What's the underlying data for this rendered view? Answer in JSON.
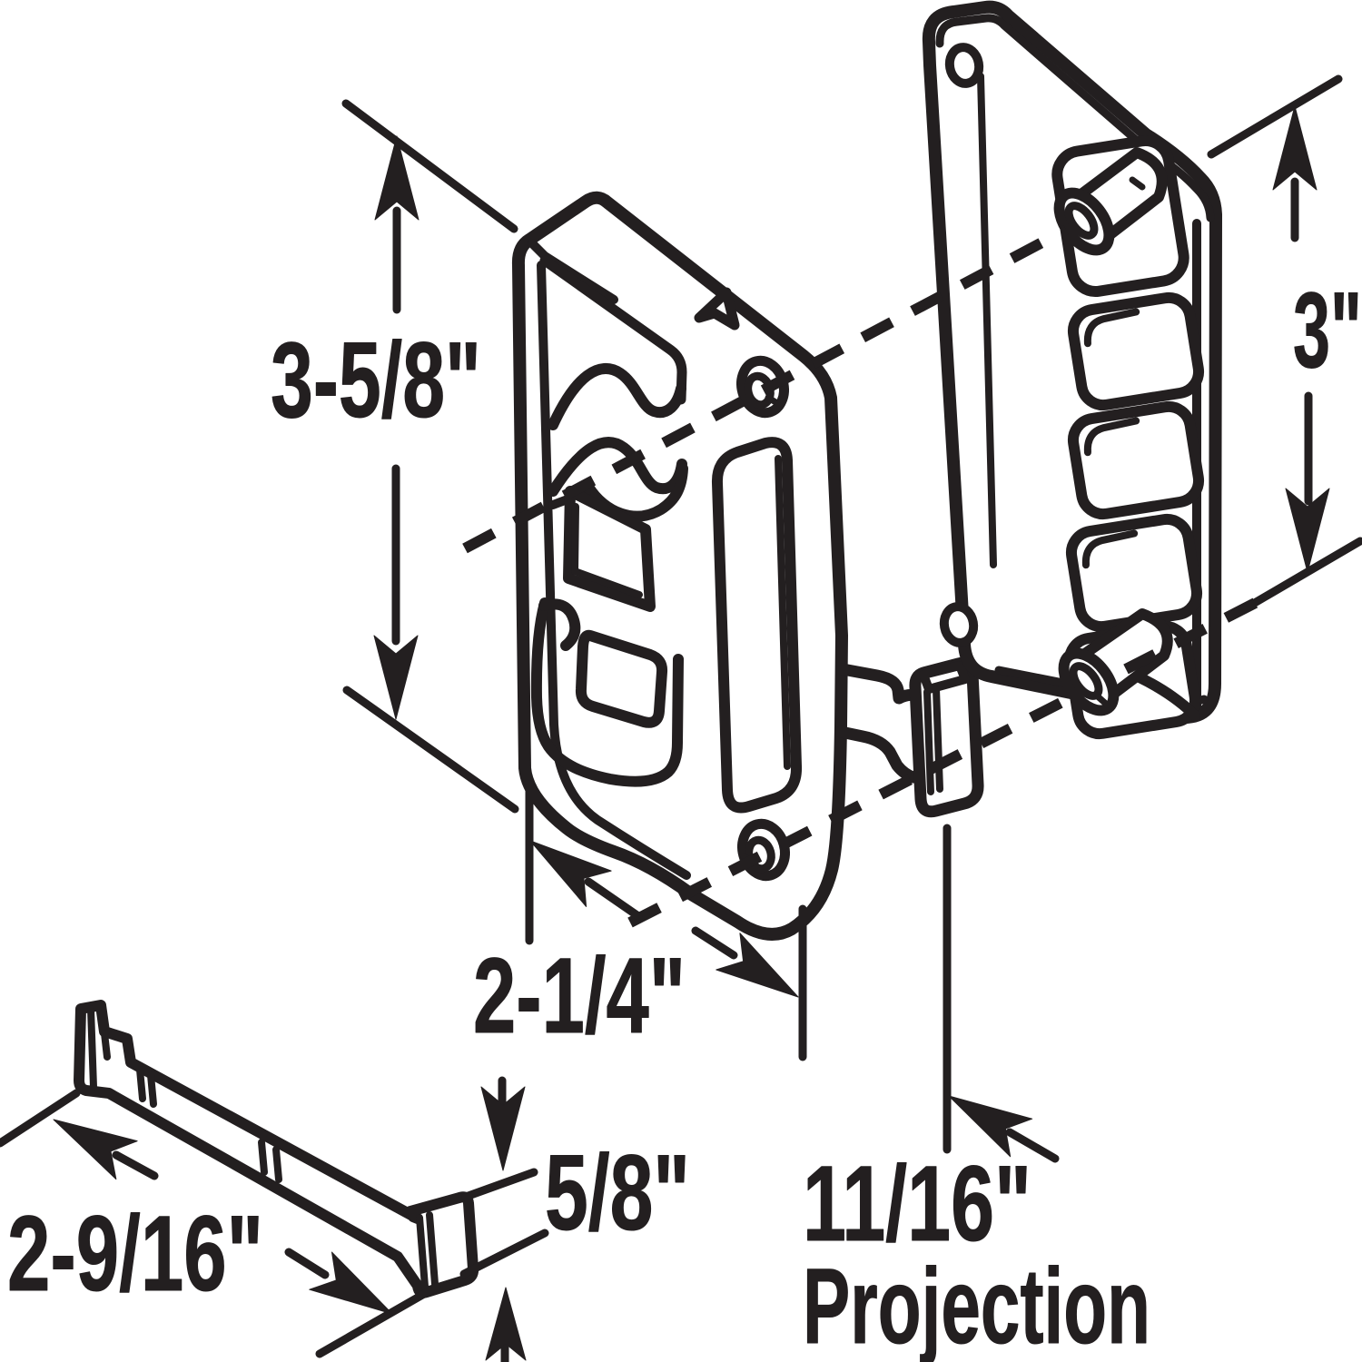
{
  "diagram": {
    "type": "technical-line-drawing",
    "subject": "sliding-door-latch-and-keeper-exploded-view",
    "ink_color": "#231f20",
    "background_color": "#ffffff",
    "dimensions": {
      "latch_height": "3-5/8\"",
      "keeper_height": "3\"",
      "latch_width": "2-1/4\"",
      "bar_thickness": "5/8\"",
      "bar_length": "2-9/16\"",
      "projection_value": "11/16\"",
      "projection_word": "Projection"
    }
  }
}
